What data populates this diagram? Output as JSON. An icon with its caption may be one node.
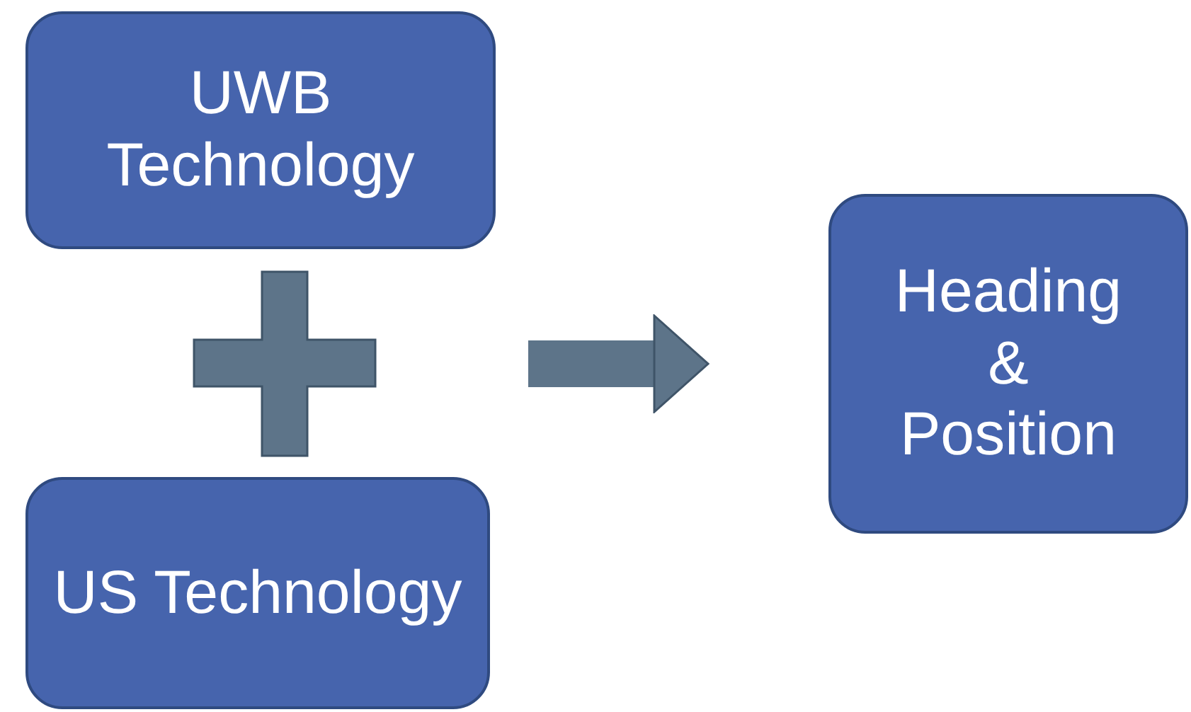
{
  "diagram": {
    "nodes": [
      {
        "text": [
          "UWB Technology"
        ]
      },
      {
        "text": [
          "US Technology"
        ]
      },
      {
        "text": [
          "Heading & Position"
        ]
      }
    ],
    "edges": [
      {
        "from": null,
        "to": 2,
        "arrow": "to"
      }
    ]
  }
}
